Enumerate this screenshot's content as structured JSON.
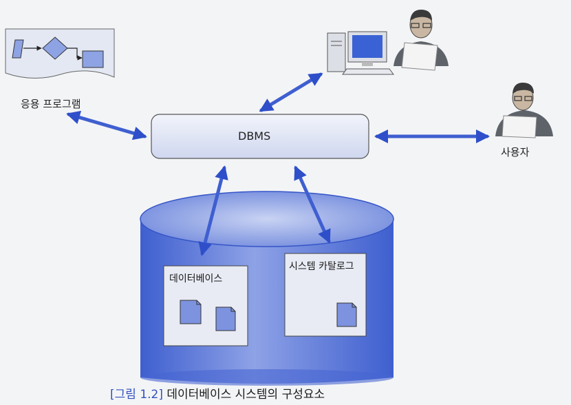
{
  "diagram": {
    "dbms_label": "DBMS",
    "app_label": "응용 프로그램",
    "user_label": "사용자",
    "database_label": "데이터베이스",
    "catalog_label": "시스템 카탈로그",
    "caption_fig": "[그림 1.2]",
    "caption_text": "데이터베이스 시스템의 구성요소"
  },
  "colors": {
    "accent": "#3f5fd0",
    "cylinder": "#5a78d8",
    "box_fill": "#e8ebf4"
  }
}
